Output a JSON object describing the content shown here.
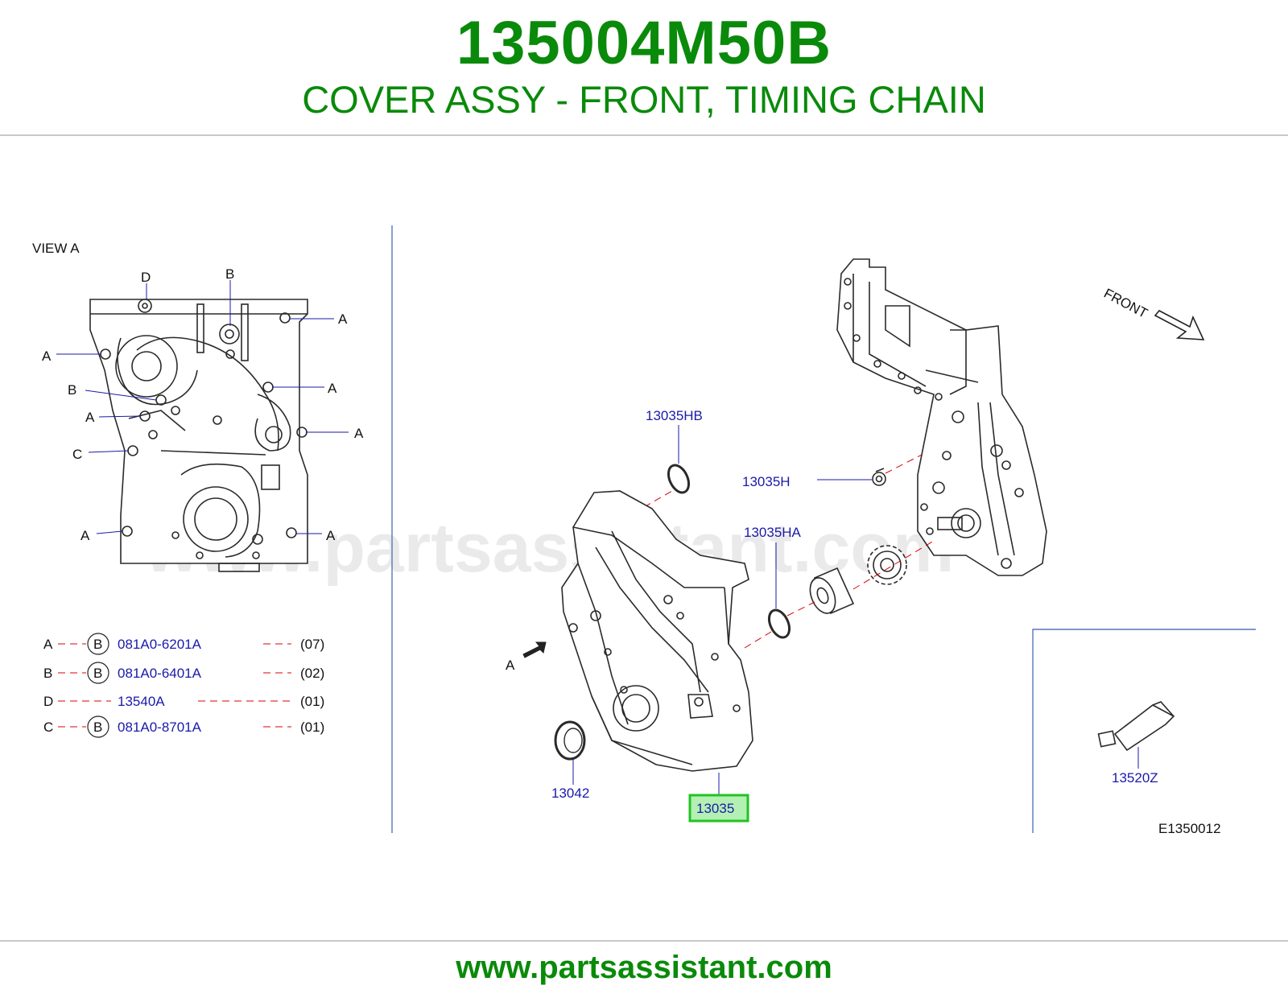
{
  "header": {
    "part_number": "135004M50B",
    "description": "COVER ASSY - FRONT, TIMING CHAIN"
  },
  "footer": {
    "url": "www.partsassistant.com"
  },
  "watermark": "www.partsassistant.com",
  "diagram": {
    "view_title": "VIEW   A",
    "view_letters": {
      "a": "A",
      "b": "B",
      "c": "C",
      "d": "D"
    },
    "fastener_table": [
      {
        "ref": "A",
        "circle": "B",
        "part": "081A0-6201A",
        "qty": "(07)"
      },
      {
        "ref": "B",
        "circle": "B",
        "part": "081A0-6401A",
        "qty": "(02)"
      },
      {
        "ref": "D",
        "circle": "",
        "part": "13540A",
        "qty": "(01)"
      },
      {
        "ref": "C",
        "circle": "B",
        "part": "081A0-8701A",
        "qty": "(01)"
      }
    ],
    "callouts": {
      "seal_top": "13035HB",
      "plug": "13035H",
      "seal_mid": "13035HA",
      "oil_seal": "13042",
      "cover": "13035",
      "sealant": "13520Z"
    },
    "arrow_label": "A",
    "front_label": "FRONT",
    "drawing_code": "E1350012",
    "colors": {
      "brand_green": "#0a8a0a",
      "callout_blue": "#1a1aaa",
      "leader_red": "#d00000",
      "highlight_green": "#22c322"
    }
  }
}
